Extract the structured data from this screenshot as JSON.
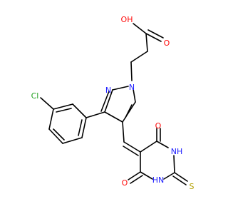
{
  "colors": {
    "background": "#ffffff",
    "bond": "#000000",
    "oxygen": "#ff0d0d",
    "nitrogen": "#2020ff",
    "chlorine": "#1fa01f",
    "sulfur": "#b4a000"
  },
  "atoms": {
    "acid_hydroxyl": "OH",
    "acid_carbonyl": "O",
    "pyrazole_n1": "N",
    "pyrazole_n2": "N",
    "chlorine": "Cl",
    "upper_carbonyl": "O",
    "upper_nh": "NH",
    "thione": "S",
    "lower_nh": "HN",
    "lower_carbonyl": "O"
  }
}
